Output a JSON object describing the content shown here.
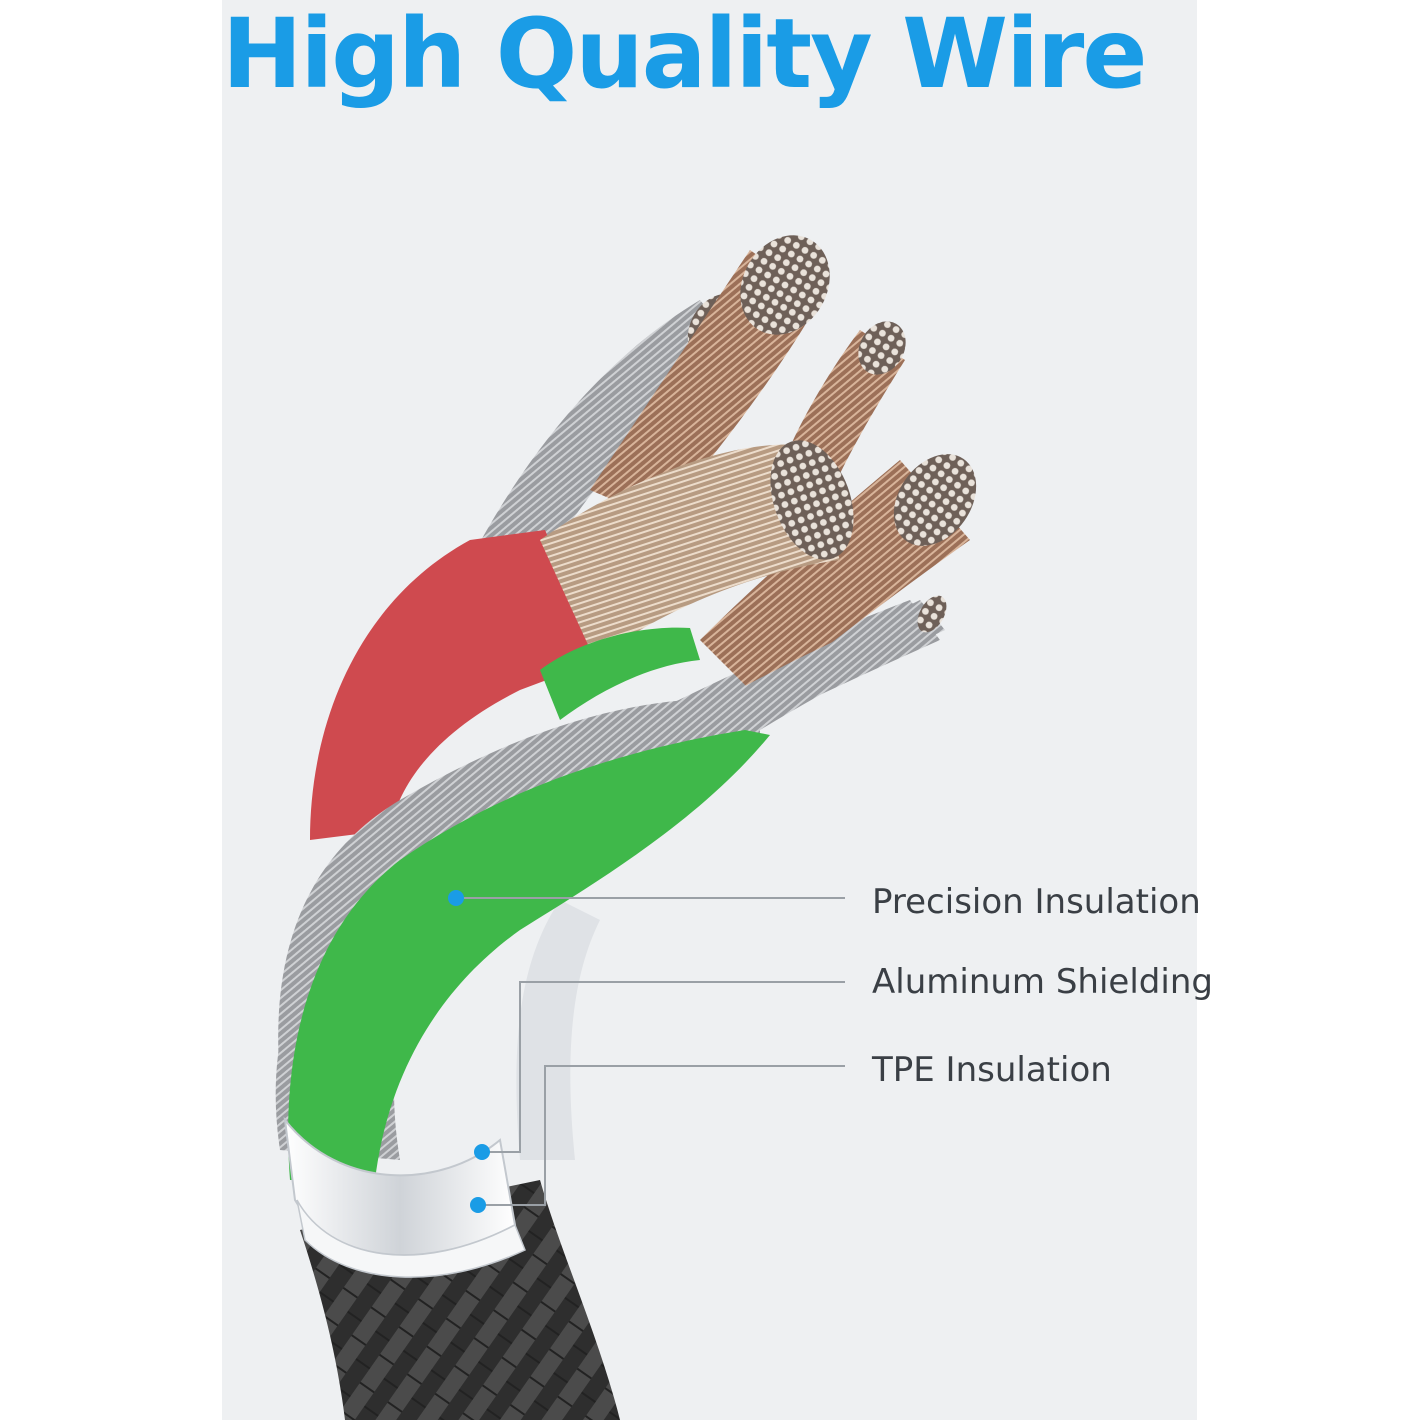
{
  "title": "High Quality Wire",
  "callouts": [
    {
      "label": "Precision Insulation"
    },
    {
      "label": "Aluminum Shielding"
    },
    {
      "label": "TPE Insulation"
    }
  ],
  "colors": {
    "title": "#1a9ce6",
    "marker": "#1a9ce6",
    "green_insulation": "#3fb84a",
    "red_insulation": "#cf4a4f",
    "copper": "#b88e72",
    "braid": "#333333"
  }
}
